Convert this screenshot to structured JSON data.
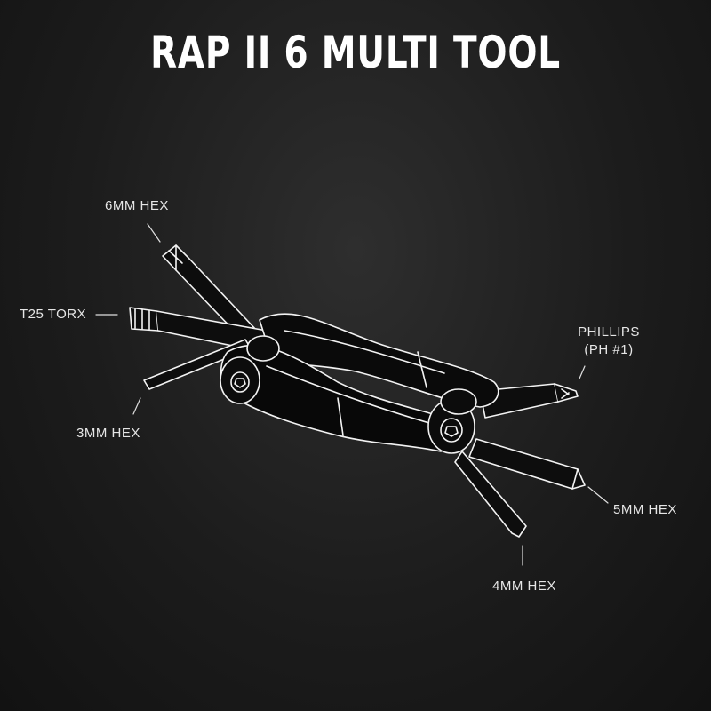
{
  "title": "RAP II 6 MULTI TOOL",
  "callouts": {
    "hex_6mm": "6MM HEX",
    "torx_t25": "T25 TORX",
    "hex_3mm": "3MM HEX",
    "phillips_line1": "PHILLIPS",
    "phillips_line2": "(PH #1)",
    "hex_5mm": "5MM HEX",
    "hex_4mm": "4MM HEX"
  },
  "colors": {
    "background": "#1c1c1c",
    "outline": "#f2f2f2",
    "body_fill": "#0b0b0b",
    "text": "#ffffff"
  }
}
